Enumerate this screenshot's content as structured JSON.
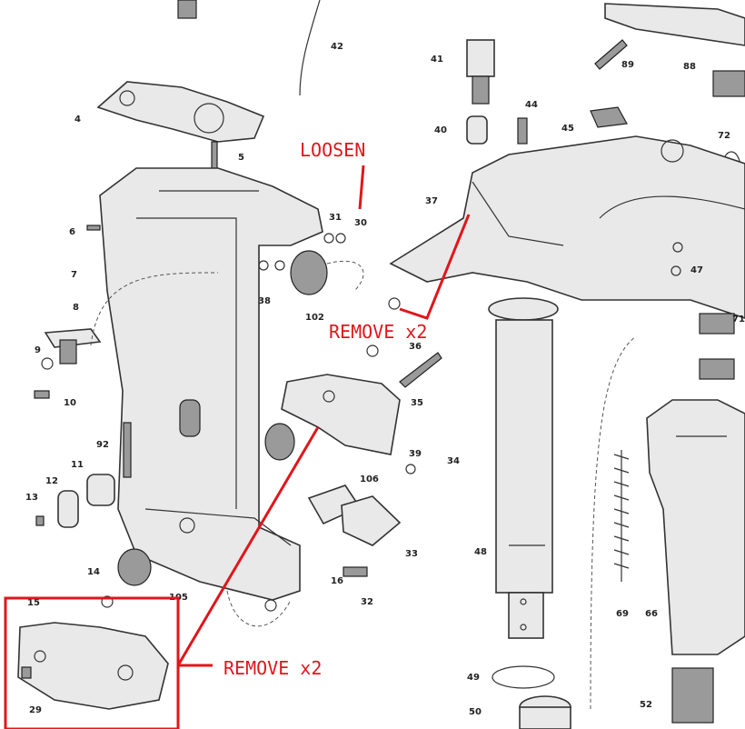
{
  "diagram": {
    "part_numbers": [
      "4",
      "5",
      "6",
      "7",
      "8",
      "9",
      "10",
      "11",
      "12",
      "13",
      "14",
      "15",
      "16",
      "29",
      "30",
      "31",
      "32",
      "33",
      "34",
      "35",
      "36",
      "37",
      "38",
      "39",
      "40",
      "41",
      "42",
      "44",
      "45",
      "47",
      "48",
      "49",
      "50",
      "52",
      "66",
      "69",
      "71",
      "72",
      "88",
      "89",
      "92",
      "102",
      "105",
      "106"
    ],
    "annotations": {
      "loosen": "LOOSEN",
      "remove_upper": "REMOVE x2",
      "remove_lower": "REMOVE x2"
    },
    "colors": {
      "annotation": "#e0161b",
      "ink": "#222222",
      "paper": "#ffffff"
    }
  }
}
